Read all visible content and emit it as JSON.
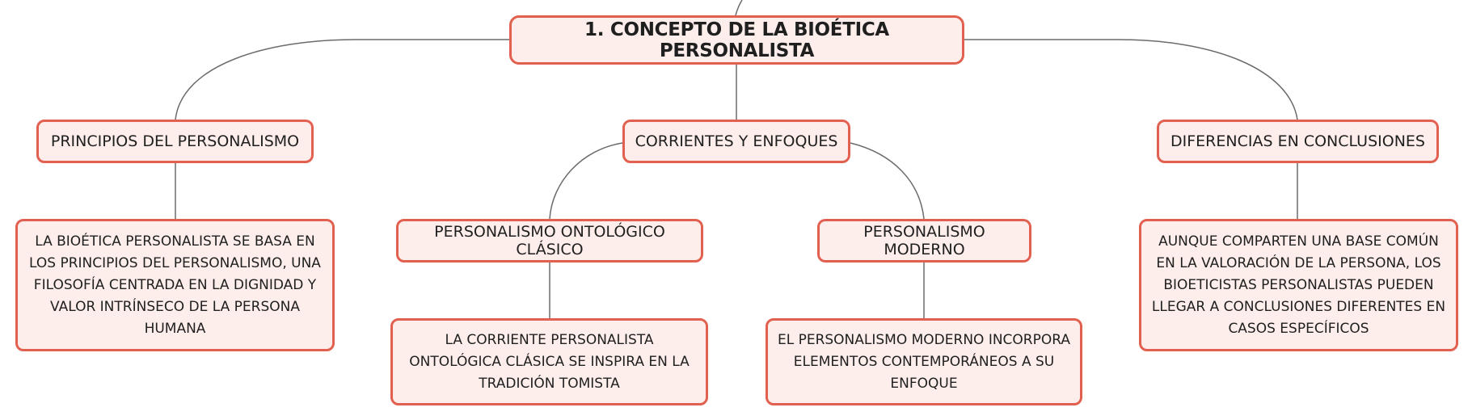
{
  "root": {
    "label": "1. CONCEPTO DE LA BIOÉTICA PERSONALISTA"
  },
  "branches": {
    "principios": {
      "label": "PRINCIPIOS DEL PERSONALISMO",
      "detail": "LA BIOÉTICA PERSONALISTA SE BASA EN LOS PRINCIPIOS DEL PERSONALISMO, UNA FILOSOFÍA CENTRADA EN LA DIGNIDAD Y VALOR INTRÍNSECO DE LA PERSONA HUMANA"
    },
    "corrientes": {
      "label": "CORRIENTES Y ENFOQUES",
      "ontologico": {
        "label": "PERSONALISMO ONTOLÓGICO CLÁSICO",
        "detail": "LA CORRIENTE PERSONALISTA ONTOLÓGICA CLÁSICA SE INSPIRA EN LA TRADICIÓN TOMISTA"
      },
      "moderno": {
        "label": "PERSONALISMO MODERNO",
        "detail": "EL PERSONALISMO MODERNO INCORPORA ELEMENTOS CONTEMPORÁNEOS A SU ENFOQUE"
      }
    },
    "diferencias": {
      "label": "DIFERENCIAS EN CONCLUSIONES",
      "detail": "AUNQUE COMPARTEN UNA BASE COMÚN EN LA VALORACIÓN DE LA PERSONA, LOS BIOETICISTAS PERSONALISTAS PUEDEN LLEGAR A CONCLUSIONES DIFERENTES EN CASOS ESPECÍFICOS"
    }
  },
  "colors": {
    "node_fill": "#fdeeeb",
    "node_border": "#e2604f",
    "connector": "#6b6b6b",
    "text": "#1f1f1f"
  }
}
